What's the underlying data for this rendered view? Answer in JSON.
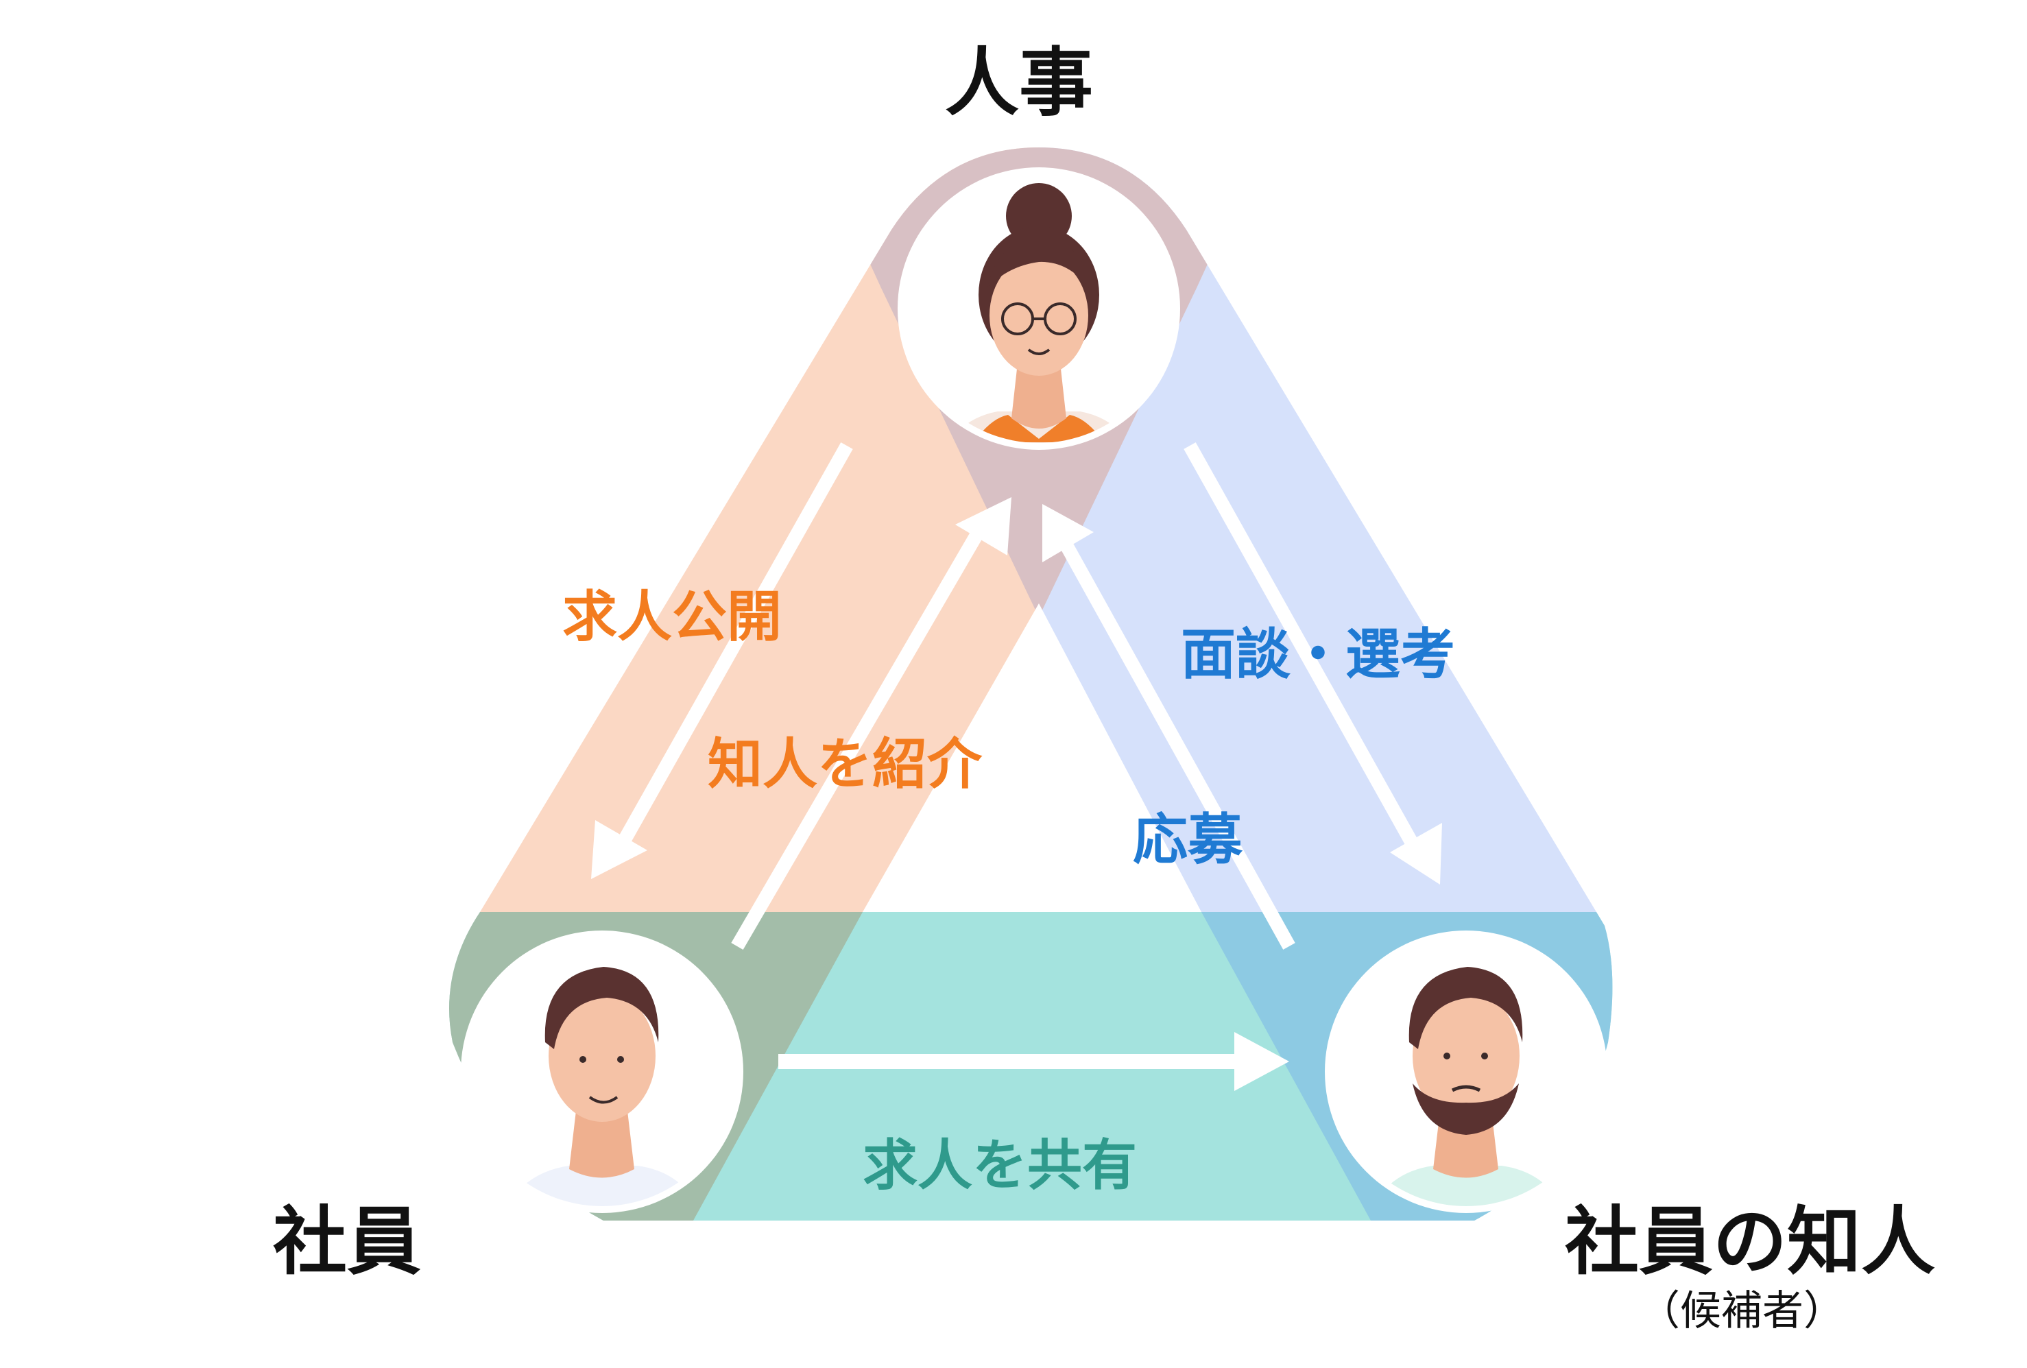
{
  "nodes": {
    "hr": {
      "label": "人事",
      "avatar": "woman-glasses-bun-avatar"
    },
    "employee": {
      "label": "社員",
      "avatar": "young-man-avatar"
    },
    "acquaintance": {
      "label": "社員の知人",
      "sub_label": "（候補者）",
      "avatar": "bearded-man-avatar"
    }
  },
  "flows": {
    "job_publish": "求人公開",
    "refer_acquaintance": "知人を紹介",
    "interview_selection": "面談・選考",
    "apply": "応募",
    "share_job": "求人を共有"
  },
  "colors": {
    "orange_text": "#f37c1f",
    "blue_text": "#1f7ad3",
    "teal_text": "#2f9a8c",
    "hr_region": "#d8c0c4",
    "orange_region": "#fbd8c4",
    "blue_region": "#d6e1fb",
    "employee_region": "#a3bda9",
    "teal_region": "#a4e3de",
    "acquaintance_region": "#8dcae3"
  }
}
